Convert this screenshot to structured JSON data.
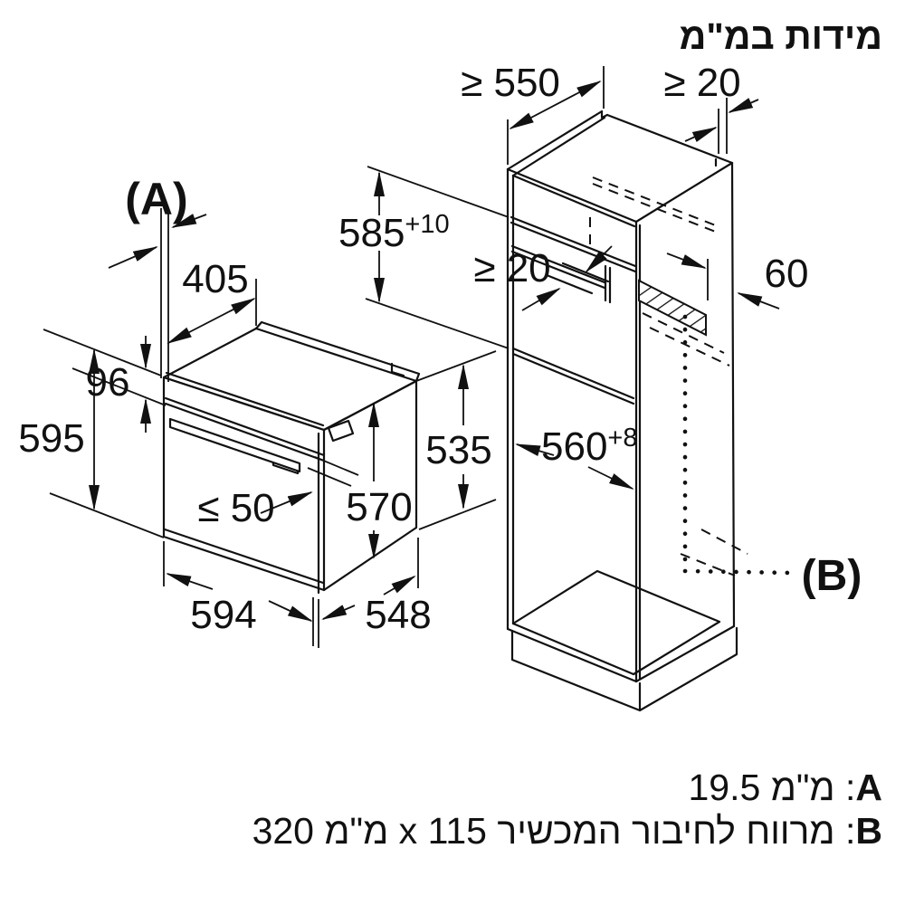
{
  "title": "מידות במ\"מ",
  "oven": {
    "label_a": "(A)",
    "dim_top_depth": "405",
    "dim_panel_height": "96",
    "dim_height": "595",
    "dim_handle_protrusion": "≤ 50",
    "dim_depth_with_door": "570",
    "dim_body_height": "535",
    "dim_width": "594",
    "dim_body_depth": "548"
  },
  "cabinet": {
    "dim_niche_depth": "≥ 550",
    "dim_rear_wall_gap": "≥ 20",
    "dim_niche_height": "585",
    "dim_niche_height_tolerance": "+10",
    "dim_vent_gap": "≥ 20",
    "dim_duct_depth": "60",
    "dim_niche_width": "560",
    "dim_niche_width_tolerance": "+8",
    "label_b": "(B)"
  },
  "notes": {
    "a_key": "A",
    "a_text": "מ\"מ 19.5 :",
    "b_key": "B",
    "b_text": "מ\"מ 320 x 115 מרווח לחיבור המכשיר :"
  }
}
